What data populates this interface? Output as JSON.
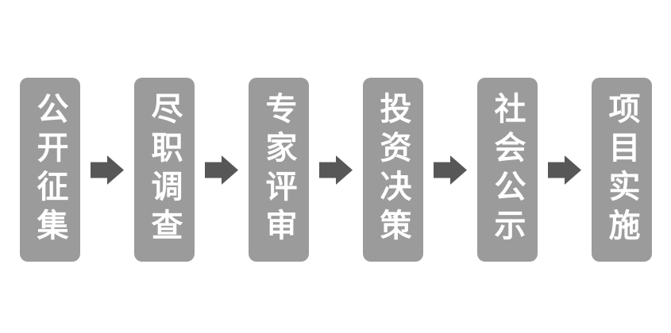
{
  "diagram": {
    "type": "process-flow",
    "direction": "left-to-right",
    "box_color": "#9b9b9b",
    "arrow_color": "#575757",
    "text_color": "#ffffff",
    "steps": [
      {
        "label": "公开征集"
      },
      {
        "label": "尽职调查"
      },
      {
        "label": "专家评审"
      },
      {
        "label": "投资决策"
      },
      {
        "label": "社会公示"
      },
      {
        "label": "项目实施"
      }
    ]
  }
}
